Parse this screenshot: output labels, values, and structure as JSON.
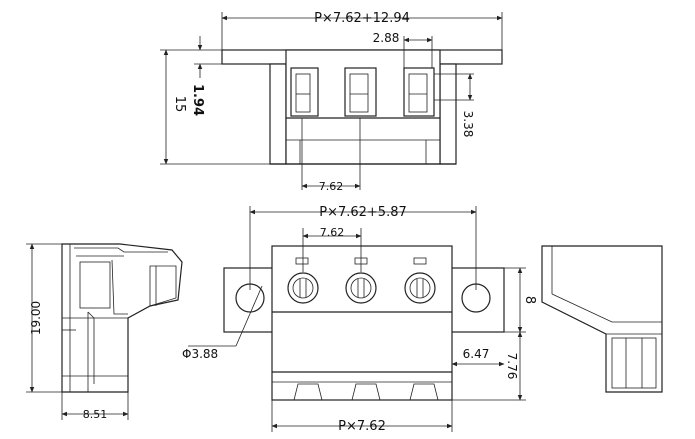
{
  "dimensions": {
    "top_overall_width": "P×7.62+12.94",
    "top_slot_width": "2.88",
    "top_height": "15",
    "top_flange": "1.94",
    "top_slot_height": "3.38",
    "top_pitch": "7.62",
    "front_mount_width": "P×7.62+5.87",
    "front_pitch": "7.62",
    "front_height_8": "8",
    "front_hole_offset": "6.47",
    "front_height_776": "7.76",
    "front_hole_dia": "Φ3.88",
    "front_body_width": "P×7.62",
    "side_height": "19.00",
    "side_depth": "8.51"
  }
}
